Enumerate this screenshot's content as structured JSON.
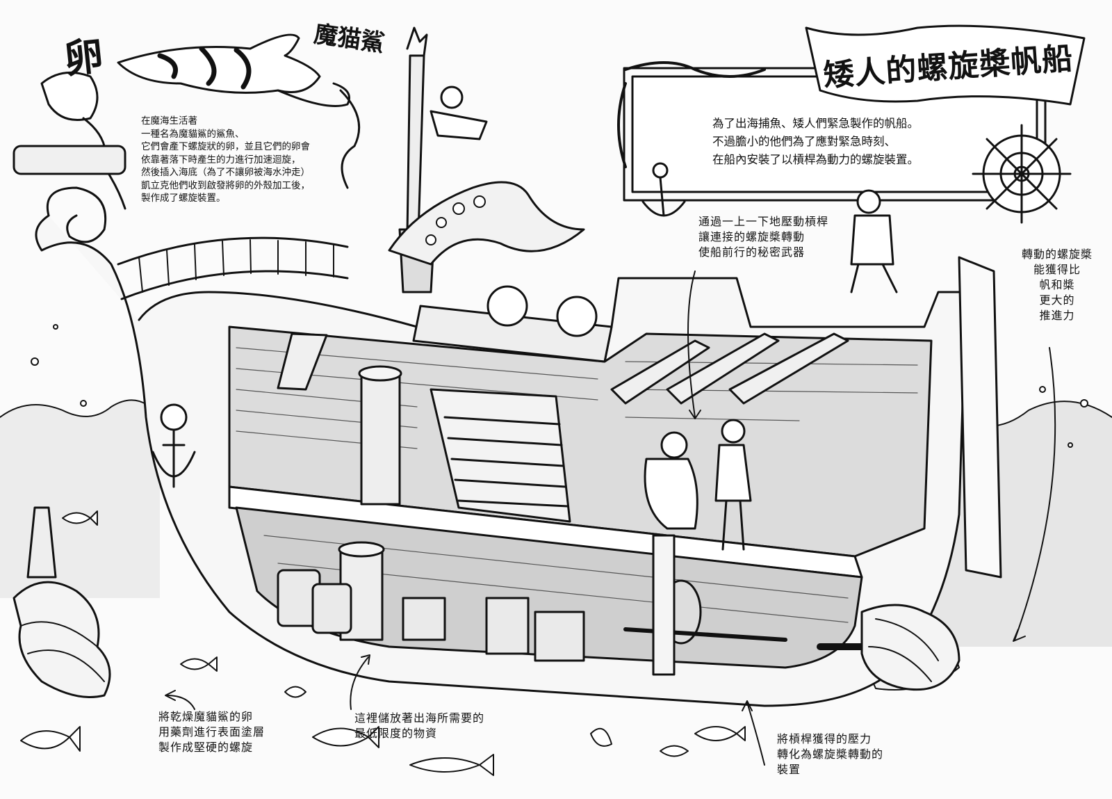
{
  "title": "矮人的螺旋槳帆船",
  "labels": {
    "egg": "卵",
    "shark_name": "魔猫鯊"
  },
  "intro_text": "在魔海生活著\n一種名為魔貓鯊的鯊魚、\n它們會產下螺旋狀的卵，並且它們的卵會\n依靠著落下時產生的力進行加速迴旋，\n然後插入海底（為了不讓卵被海水沖走）\n凱立克他們收到啟發將卵的外殼加工後，\n製作成了螺旋裝置。",
  "frame_text": "為了出海捕魚、矮人們緊急製作的帆船。\n不過膽小的他們為了應對緊急時刻、\n在船內安裝了以槓桿為動力的螺旋裝置。",
  "annotations": {
    "lever": "通過一上一下地壓動槓桿\n讓連接的螺旋槳轉動\n使船前行的秘密武器",
    "propeller": "轉動的螺旋槳\n能獲得比\n帆和槳\n更大的\n推進力",
    "egg_screw": "將乾燥魔貓鯊的卵\n用藥劑進行表面塗層\n製作成堅硬的螺旋",
    "storage": "這裡儲放著出海所需要的\n最低限度的物資",
    "gear": "將槓桿獲得的壓力\n轉化為螺旋槳轉動的\n裝置"
  }
}
